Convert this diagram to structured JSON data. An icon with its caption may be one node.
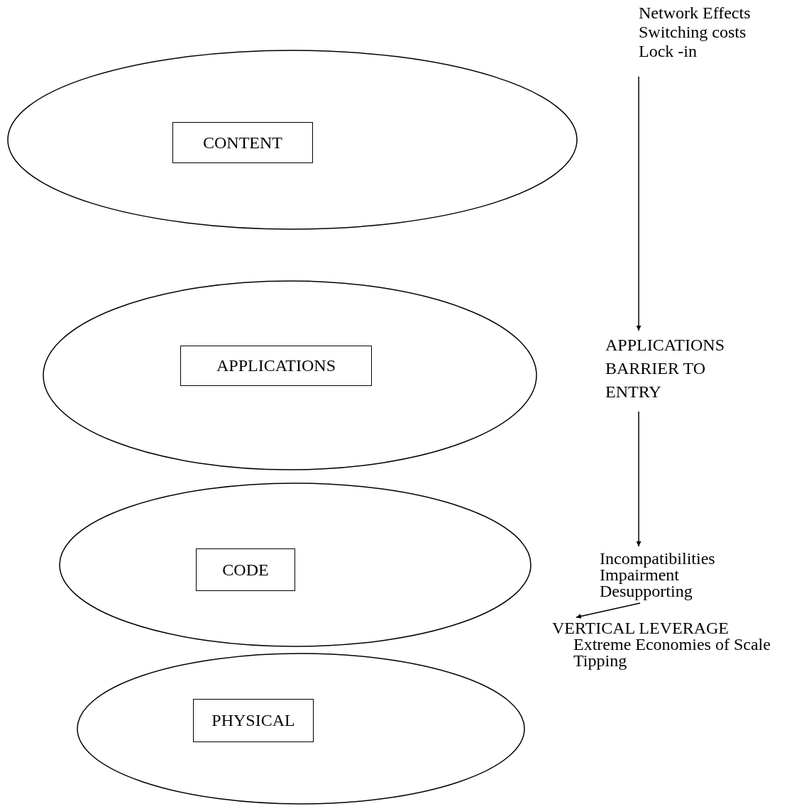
{
  "diagram": {
    "nodes": [
      {
        "text": [],
        "shape": "ellipse"
      },
      {
        "text": [
          "CONTENT"
        ],
        "in": 0
      },
      {
        "text": [],
        "shape": "ellipse"
      },
      {
        "text": [
          "APPLICATIONS"
        ],
        "in": 2
      },
      {
        "text": [],
        "shape": "ellipse"
      },
      {
        "text": [
          "CODE"
        ],
        "in": 4
      },
      {
        "text": [],
        "shape": "ellipse"
      },
      {
        "text": [
          "PHYSICAL"
        ],
        "in": 6
      },
      {
        "text": [
          "Network Effects",
          "Switching costs",
          "Lock -in"
        ]
      },
      {
        "text": [
          "APPLICATIONS BARRIER TO ENTRY"
        ]
      },
      {
        "text": [
          "Incompatibilities",
          "Impairment",
          "Desupporting"
        ]
      },
      {
        "text": [
          "VERTICAL LEVERAGE",
          "Extreme Economies of Scale",
          "Tipping"
        ]
      }
    ],
    "edges": [
      {
        "from": 8,
        "to": 9,
        "arrow": "to"
      },
      {
        "from": 9,
        "to": 10,
        "arrow": "to"
      },
      {
        "from": 10,
        "to": 11,
        "arrow": "to"
      }
    ]
  }
}
